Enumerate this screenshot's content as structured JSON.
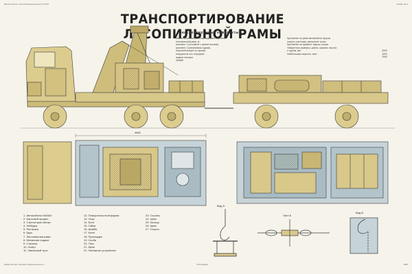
{
  "header": {
    "left": "Министерство лесной промышленности СССР",
    "right": "Плакат № 2"
  },
  "title": "ТРАНСПОРТИРОВАНИЕ ЛЕСОПИЛЬНОЙ РАМЫ",
  "spec": {
    "heading": "Транспортируемые комплекты",
    "left_lines": [
      "Масса основных транспортируемых агрегатов",
      "лесопильной рамы, кг:",
      "комплект 1 (основной с рамой на раме)",
      "комплект 2 (механизмы подачи)",
      "бортовой прицеп (с грузом)",
      "нагрузка на ось: передняя",
      "задняя тележка",
      "прицеп"
    ],
    "right_lines": [
      "Крепление на раме автомобиля: брусья",
      "хомуты, растяжки, увязочные тросы",
      "Крепление на прицепе: брусья, упоры",
      "Габаритные размеры: длина, ширина, высота",
      "с грузом, мм",
      "Наибольшая скорость, км/ч"
    ],
    "right_values": [
      "5200",
      "3200",
      "2500"
    ]
  },
  "legend": {
    "col1": [
      "1. Автомобиль КАМАЗ",
      "2. Бортовой прицеп",
      "3. Стрела кран-балки",
      "4. Лебёдка",
      "5. Растяжка",
      "6. Брус",
      "7. Лесопильная рама",
      "8. Механизм подачи",
      "9. Станина",
      "10. Хомут",
      "11. Увязочный трос"
    ],
    "col2": [
      "12. Поворотная платформа",
      "13. Упор",
      "14. Болт",
      "15. Гайка",
      "16. Шайба",
      "17. Клин",
      "18. Прокладка",
      "19. Скоба",
      "20. Тяга",
      "21. Крюк",
      "22. Натяжное устройство"
    ],
    "col3": [
      "23. Стропы",
      "24. Цепь",
      "25. Кольцо",
      "26. Крюк",
      "27. Серьга"
    ]
  },
  "labels": {
    "dim_top": "4660",
    "detail_a": "Вид А",
    "detail_b": "Узел Б",
    "detail_c": "Вид В"
  },
  "footer": {
    "left": "Издательство «Лесная промышленность»",
    "center": "Типография",
    "right": "1984"
  },
  "colors": {
    "machine": "#d8c88a",
    "machine_dark": "#a89658",
    "deck": "#c6d4d9",
    "deck_dark": "#8da6ae",
    "line": "#3a3a3a"
  }
}
